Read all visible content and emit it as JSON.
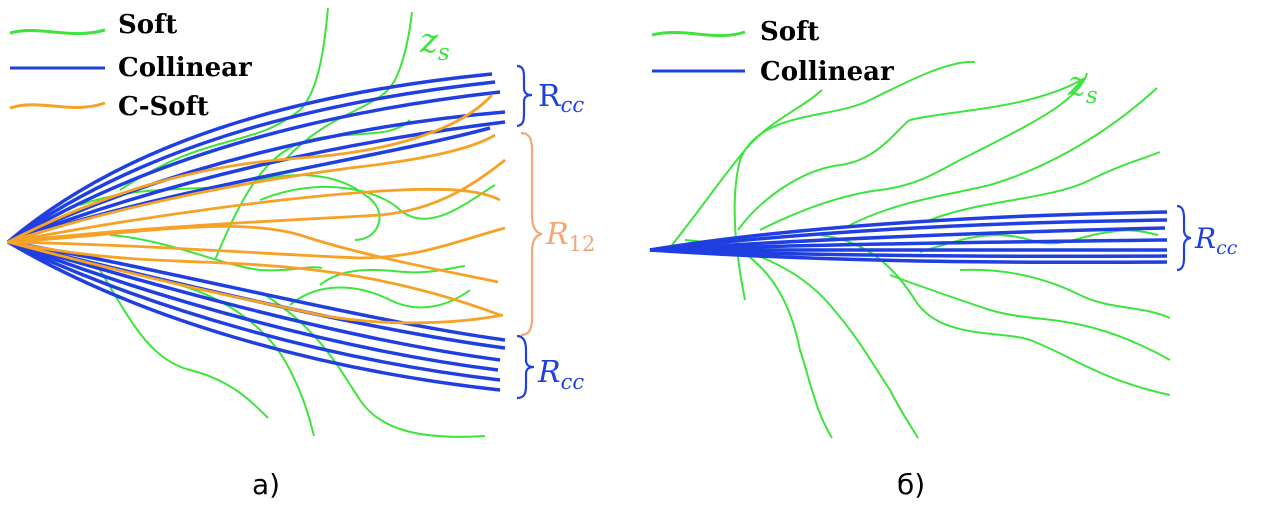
{
  "colors": {
    "soft": "#3ee33e",
    "collinear": "#1f3fe0",
    "c_soft": "#f5a226",
    "r12_brace": "#f3a678",
    "rcc_label": "#1f3fe0",
    "zs_label": "#3ee33e"
  },
  "panel_a": {
    "legend": [
      "Soft",
      "Collinear",
      "C-Soft"
    ],
    "labels": {
      "rcc_top": "R",
      "rcc_top_sub": "cc",
      "r12": "R",
      "r12_sub": "12",
      "rcc_bottom": "R",
      "rcc_bottom_sub": "cc",
      "zs": "z",
      "zs_sub": "s"
    },
    "caption": "a)"
  },
  "panel_b": {
    "legend": [
      "Soft",
      "Collinear"
    ],
    "labels": {
      "rcc": "R",
      "rcc_sub": "cc",
      "zs": "z",
      "zs_sub": "s"
    },
    "caption": "б)"
  }
}
